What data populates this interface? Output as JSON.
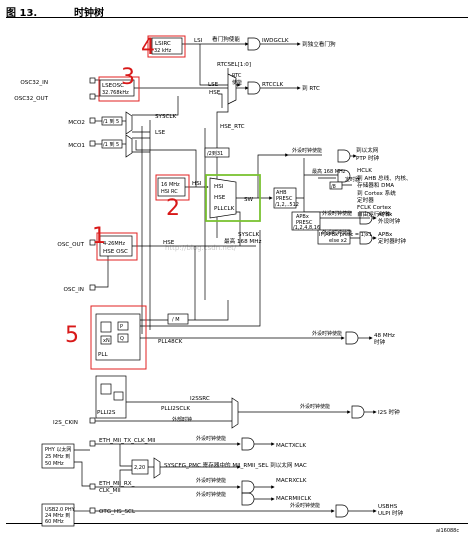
{
  "figure": {
    "number": "图 13.",
    "title": "时钟树"
  },
  "colors": {
    "annotation": "#d81818",
    "highlight_box": "#7ac231",
    "line": "#000000"
  },
  "annotations": [
    "4",
    "3",
    "2",
    "1",
    "5"
  ],
  "watermark": "http://blog.csdn.net/",
  "pins": {
    "osc32_in": "OSC32_IN",
    "osc32_out": "OSC32_OUT",
    "mco2": "MCO2",
    "mco1": "MCO1",
    "osc_out": "OSC_OUT",
    "osc_in": "OSC_IN",
    "i2s_ckin": "I2S_CKIN",
    "otg_hs_scl": "OTG_HS_SCL"
  },
  "blocks": {
    "lsirc": [
      "LSIRC",
      "32 kHz"
    ],
    "lseosc": [
      "LSEOSC",
      "32.768kHz"
    ],
    "hsirc": [
      "16 MHz",
      "HSI RC"
    ],
    "hseosc": [
      "4-26MHz",
      "HSE OSC"
    ],
    "mux_sw": [
      "HSI",
      "HSE",
      "PLLCLK"
    ],
    "pll": "PLL",
    "plli2s": "PLLI2S",
    "div_mco": "/1 到 5",
    "ahb_presc": [
      "AHB",
      "PRESC",
      "/1,2,..512"
    ],
    "apbx_presc": [
      "APBx",
      "PRESC",
      "/1,2,4,8,16"
    ],
    "apbx_mult": [
      "IF(APBx presc = 1)x1",
      "else x2"
    ],
    "div_m": "/ M",
    "div_2_31": "/2到31",
    "div_2_20": "2,20",
    "phy_eth": [
      "PHY 以太网",
      "25 MHz 到",
      "50 MHz"
    ],
    "phy_usb": [
      "USB2.0 PHY",
      "24 MHz 到",
      "60 MHz"
    ]
  },
  "signals": {
    "lsi": "LSI",
    "lse": "LSE",
    "hse": "HSE",
    "hsi": "HSI",
    "sysclk": "SYSCLK",
    "hse_rtc": "HSE_RTC",
    "rtcsel": "RTCSEL[1:0]",
    "rtc_enable": [
      "RTC",
      "使能"
    ],
    "iwdg_enable": "看门狗使能",
    "iwdgclk": "IWDGCLK",
    "iwdg_to": "到独立看门狗",
    "rtcclk": "RTCCLK",
    "rtc_to": "到 RTC",
    "eth_ptp": [
      "外设时钟使能",
      "PTP 时钟",
      "到以太网"
    ],
    "hclk": [
      "HCLK",
      "到 AHB 总线、内核、",
      "存储器和 DMA"
    ],
    "cortex_timer": [
      "定时器",
      "到 Cortex 系统",
      "定时器"
    ],
    "fclk": [
      "FCLK Cortex",
      "自由运行时钟"
    ],
    "max168_a": "最高 168 MHz",
    "max168_b": "最高 168 MHz",
    "sysclk_b": "SYSCLK",
    "apbx_row1": [
      "外设时钟使能",
      "APBx",
      "外设时钟"
    ],
    "apbx_row2": [
      "外设时钟使能",
      "APBx",
      "定时器时钟"
    ],
    "pll48": [
      "PLL48CK",
      "外设时钟使能",
      "48 MHz",
      "时钟"
    ],
    "plli2sclk": "PLLI2SCLK",
    "i2ssrc": "I2SSRC",
    "ext_clk": "外部时钟",
    "i2s_clock": [
      "外设时钟使能",
      "I2S 时钟"
    ],
    "eth_mii_tx": "ETH_MII_TX_CLK_MII",
    "eth_mii_rx": [
      "ETH_MII_RX_",
      "CLK_MII"
    ],
    "syscfg_pmc": "SYSCFG_PMC 寄存器中的 MII_RMII_SEL 到以太网 MAC",
    "mac_rows": [
      "外设时钟使能",
      "MACTXCLK",
      "外设时钟使能",
      "MACRXCLK",
      "外设时钟使能",
      "MACRMIICLK"
    ],
    "usbhs": [
      "外设时钟使能",
      "USBHS",
      "ULPI 时钟"
    ],
    "figure_code": "ai16088c"
  }
}
